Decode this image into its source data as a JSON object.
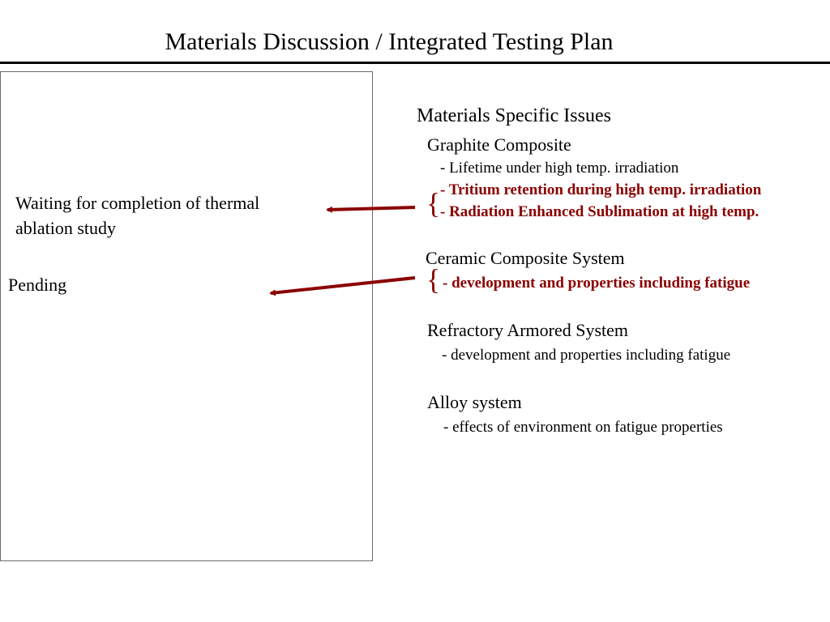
{
  "slide": {
    "title": "Materials Discussion / Integrated Testing Plan",
    "left_panel": {
      "note_line1": "Waiting for completion of thermal",
      "note_line2": "ablation study",
      "pending": "Pending"
    },
    "right": {
      "heading": "Materials Specific Issues",
      "sections": [
        {
          "name": "Graphite Composite",
          "items": [
            "- Lifetime under high temp. irradiation",
            "- Tritium retention during high temp. irradiation",
            "- Radiation Enhanced Sublimation at high temp."
          ]
        },
        {
          "name": "Ceramic Composite System",
          "items": [
            "-  development and properties including fatigue"
          ]
        },
        {
          "name": "Refractory Armored System",
          "items": [
            "-  development and properties including fatigue"
          ]
        },
        {
          "name": "Alloy system",
          "items": [
            "-  effects of environment on fatigue properties"
          ]
        }
      ]
    },
    "brace_glyph": "{",
    "colors": {
      "highlight": "#8b0000",
      "arrow": "#8b0000",
      "text": "#000000"
    }
  }
}
